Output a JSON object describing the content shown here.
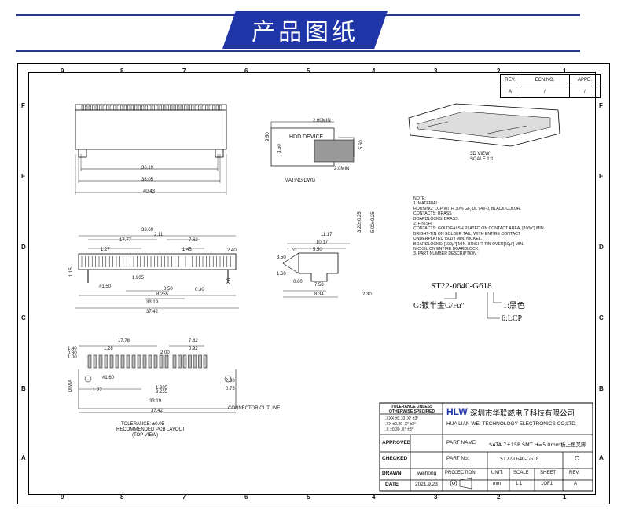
{
  "banner": {
    "title": "产品图纸"
  },
  "zones": {
    "top": [
      "9",
      "8",
      "7",
      "6",
      "5",
      "4",
      "3",
      "2",
      "1"
    ],
    "side": [
      "F",
      "E",
      "D",
      "C",
      "B",
      "A"
    ]
  },
  "revision": {
    "headers": [
      "REV.",
      "ECN.NO.",
      "APPD."
    ],
    "row": [
      "A",
      "/",
      "/"
    ]
  },
  "views": {
    "iso_caption": "3D VIEW",
    "iso_scale": "SCALE 1:1",
    "mating_label": "HDD DEVICE",
    "mating_caption": "MATING DWG",
    "pcb_caption": "RECOMMENDED PCB LAYOUT",
    "pcb_view": "(TOP VIEW)",
    "tolerance_note": "TOLERANCE: ±0.05",
    "connector_outline": "CONNECTOR OUTLINE",
    "dim_a": "DIM A"
  },
  "dims": {
    "top": [
      "36.19",
      "38.05",
      "40.43"
    ],
    "mating": [
      "2.60MIN",
      "9.50",
      "3.50",
      "5.60",
      "2.0MIN"
    ],
    "front": [
      "33.69",
      "2.11",
      "17.77",
      "7.62",
      "1.27",
      "1.45",
      "2.40",
      "1.15",
      "#1.50",
      "1.905",
      "0.50",
      "0.30",
      "8.255",
      "2.0",
      "33.19",
      "37.42"
    ],
    "side": [
      "11.17",
      "10.17",
      "1.70",
      "5.50",
      "3.50",
      "1.60",
      "0.60",
      "7.58",
      "8.34",
      "2.30",
      "3.20±0.25",
      "5.00±0.25"
    ],
    "pcb": [
      "17.78",
      "7.62",
      "1.40",
      "1.28",
      "0.80",
      "1.00",
      "0.92",
      "2.00",
      "#1.60",
      "1.27",
      "1.905",
      "8.255",
      "33.19",
      "37.42",
      "2.30",
      "0.75"
    ]
  },
  "notes": [
    "NOTE:",
    "1. MATERIAL:",
    "     HOUSING: LCP WITH 30% GF, UL 94V-0, BLACK COLOR.",
    "     CONTACTS: BRASS",
    "     BOARDLOCKS: BRASS.",
    "2. FINISH:",
    "     CONTACTS:  GOLD FALSH PLATED ON CONTACT AREA, [100μ\"] MIN.",
    "                BRIGHT-TIN ON SOLDER TAIL, WITH ENTIRE CONTACT",
    "                UNDERPLATED  [50μ\"] MIN. NICKEL.",
    "     BOARDLOCKS: [100μ\"] MIN. BRIGHT-TIN OVER[50μ\"] MIN.",
    "                NICKEL ON ENTIRE BOARDLOCK.",
    "3. PART NUMBER DESCRIPTION :"
  ],
  "part_number": {
    "code": "ST22-0640-G618",
    "g": "G:镀半金G/Fu\"",
    "one": "1:黑色",
    "six": "6:LCP"
  },
  "title_block": {
    "tol_head": "TOLERANCE UNLESS OTHERWISE SPECIFIED",
    "tol_rows": [
      ".XXX ±0.10  .X° ±3°",
      ".XX  ±0.20  .X°  ±3°",
      ".X   ±0.30  .X°  ±3°"
    ],
    "company_cn": "深圳市华联威电子科技有限公司",
    "company_en": "HUA LIAN WEI TECHNOLOGY ELECTRONICS CO;LTD.",
    "logo": "HLW",
    "approved": "APPROVED",
    "part_name_label": "PART NAME",
    "part_name": "SATA 7+15P SMT H=5.0mm板上鱼叉脚",
    "checked": "CHECKED",
    "part_no_label": "PART No:",
    "part_no": "ST22-0640-G618",
    "rev_value": "C",
    "drawn": "DRAWN",
    "drawn_by": "weihong",
    "projection": "PROJECTION:",
    "unit": "UNIT:",
    "scale": "SCALE",
    "sheet": "SHEET",
    "rev": "REV.",
    "date_label": "DATE",
    "date": "2021.9.23",
    "unit_val": "mm",
    "scale_val": "1:1",
    "sheet_val": "1OF1",
    "rev_val": "A"
  }
}
